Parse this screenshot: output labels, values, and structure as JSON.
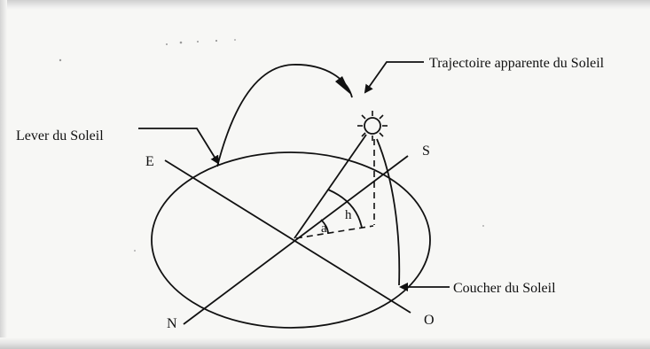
{
  "diagram": {
    "labels": {
      "trajectory": "Trajectoire apparente du Soleil",
      "sunrise": "Lever du Soleil",
      "sunset": "Coucher du Soleil",
      "east": "E",
      "south": "S",
      "north": "N",
      "west": "O",
      "azimuth": "a",
      "height": "h"
    },
    "icons": {
      "sun": "sun-icon"
    },
    "colors": {
      "ink": "#111111",
      "paper": "#f7f7f5"
    }
  }
}
